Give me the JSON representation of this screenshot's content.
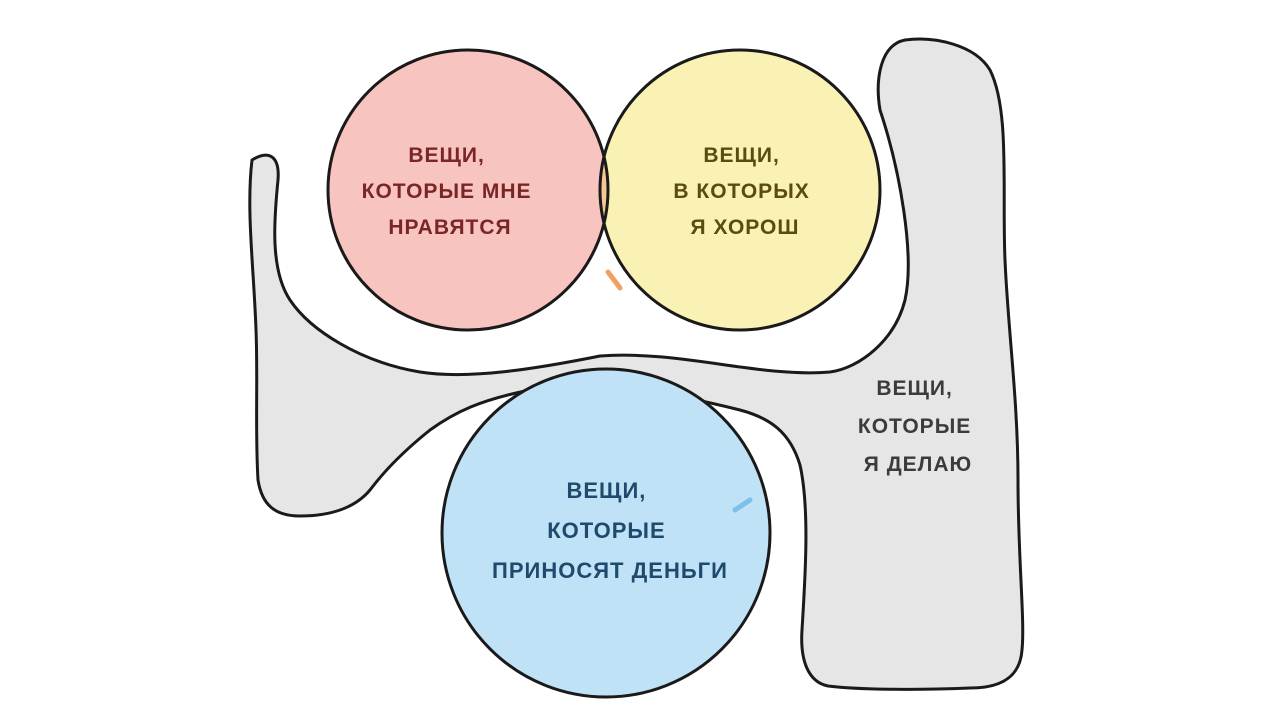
{
  "diagram": {
    "circle_like": {
      "lines": [
        "ВЕЩИ,",
        "КОТОРЫЕ МНЕ",
        "НРАВЯТСЯ"
      ],
      "color": "#f7c4c0"
    },
    "circle_good": {
      "lines": [
        "ВЕЩИ,",
        "В КОТОРЫХ",
        "Я ХОРОШ"
      ],
      "color": "#f9f2b4"
    },
    "circle_money": {
      "lines": [
        "ВЕЩИ,",
        "КОТОРЫЕ",
        "ПРИНОСЯТ ДЕНЬГИ"
      ],
      "color": "#bfe2f6"
    },
    "blob_do": {
      "lines": [
        "ВЕЩИ,",
        "КОТОРЫЕ",
        "Я ДЕЛАЮ"
      ],
      "color": "#e6e6e6"
    },
    "overlap_color": "#f7c695",
    "outline_color": "#1a1a1a"
  }
}
